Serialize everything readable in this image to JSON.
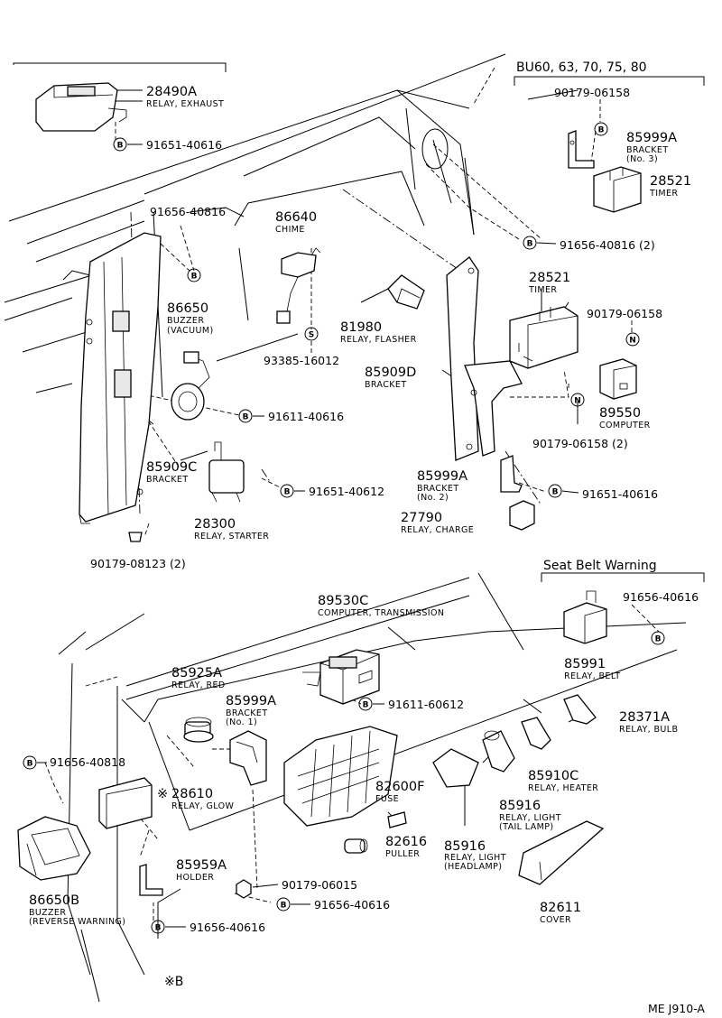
{
  "headers": {
    "bu_models": "BU60, 63, 70, 75, 80",
    "seat_belt_warning": "Seat Belt Warning",
    "note_b": "※B",
    "diagram_code": "ME J910-A"
  },
  "symbols": {
    "b": "B",
    "s": "S",
    "n": "N",
    "asterisk": "※"
  },
  "parts": {
    "p28490A": {
      "number": "28490A",
      "desc": "RELAY, EXHAUST"
    },
    "p86640": {
      "number": "86640",
      "desc": "CHIME"
    },
    "p86650": {
      "number": "86650",
      "desc1": "BUZZER",
      "desc2": "(VACUUM)"
    },
    "p81980": {
      "number": "81980",
      "desc": "RELAY, FLASHER"
    },
    "p85909D": {
      "number": "85909D",
      "desc": "BRACKET"
    },
    "p85909C": {
      "number": "85909C",
      "desc": "BRACKET"
    },
    "p28300": {
      "number": "28300",
      "desc": "RELAY, STARTER"
    },
    "p85999A_no3": {
      "number": "85999A",
      "desc1": "BRACKET",
      "desc2": "(No. 3)"
    },
    "p28521_top": {
      "number": "28521",
      "desc": "TIMER"
    },
    "p28521_mid": {
      "number": "28521",
      "desc": "TIMER"
    },
    "p89550": {
      "number": "89550",
      "desc": "COMPUTER"
    },
    "p85999A_no2": {
      "number": "85999A",
      "desc1": "BRACKET",
      "desc2": "(No. 2)"
    },
    "p27790": {
      "number": "27790",
      "desc": "RELAY, CHARGE"
    },
    "p89530C": {
      "number": "89530C",
      "desc": "COMPUTER, TRANSMISSION"
    },
    "p85991": {
      "number": "85991",
      "desc": "RELAY, BELT"
    },
    "p85925A": {
      "number": "85925A",
      "desc": "RELAY, RED"
    },
    "p85999A_no1": {
      "number": "85999A",
      "desc1": "BRACKET",
      "desc2": "(No. 1)"
    },
    "p28371A": {
      "number": "28371A",
      "desc": "RELAY, BULB"
    },
    "p85910C": {
      "number": "85910C",
      "desc": "RELAY, HEATER"
    },
    "p28610": {
      "number": "28610",
      "desc": "RELAY, GLOW"
    },
    "p82600F": {
      "number": "82600F",
      "desc": "FUSE"
    },
    "p85916_tail": {
      "number": "85916",
      "desc1": "RELAY, LIGHT",
      "desc2": "(TAIL LAMP)"
    },
    "p82616": {
      "number": "82616",
      "desc": "PULLER"
    },
    "p85916_head": {
      "number": "85916",
      "desc1": "RELAY, LIGHT",
      "desc2": "(HEADLAMP)"
    },
    "p85959A": {
      "number": "85959A",
      "desc": "HOLDER"
    },
    "p86650B": {
      "number": "86650B",
      "desc1": "BUZZER",
      "desc2": "(REVERSE WARNING)"
    },
    "p82611": {
      "number": "82611",
      "desc": "COVER"
    }
  },
  "fasteners": {
    "f91651_40616_top": "91651-40616",
    "f91656_40816_left": "91656-40816",
    "f90179_06158_top": "90179-06158",
    "f91656_40816_2": "91656-40816 (2)",
    "f90179_06158_mid": "90179-06158",
    "f93385_16012": "93385-16012",
    "f91611_40616": "91611-40616",
    "f90179_06158_2": "90179-06158 (2)",
    "f91651_40612": "91651-40612",
    "f91651_40616_mid": "91651-40616",
    "f90179_08123_2": "90179-08123 (2)",
    "f91656_40616_belt": "91656-40616",
    "f91611_60612": "91611-60612",
    "f91656_40818": "91656-40818",
    "f90179_06015": "90179-06015",
    "f91656_40616_bot1": "91656-40616",
    "f91656_40616_bot2": "91656-40616"
  }
}
